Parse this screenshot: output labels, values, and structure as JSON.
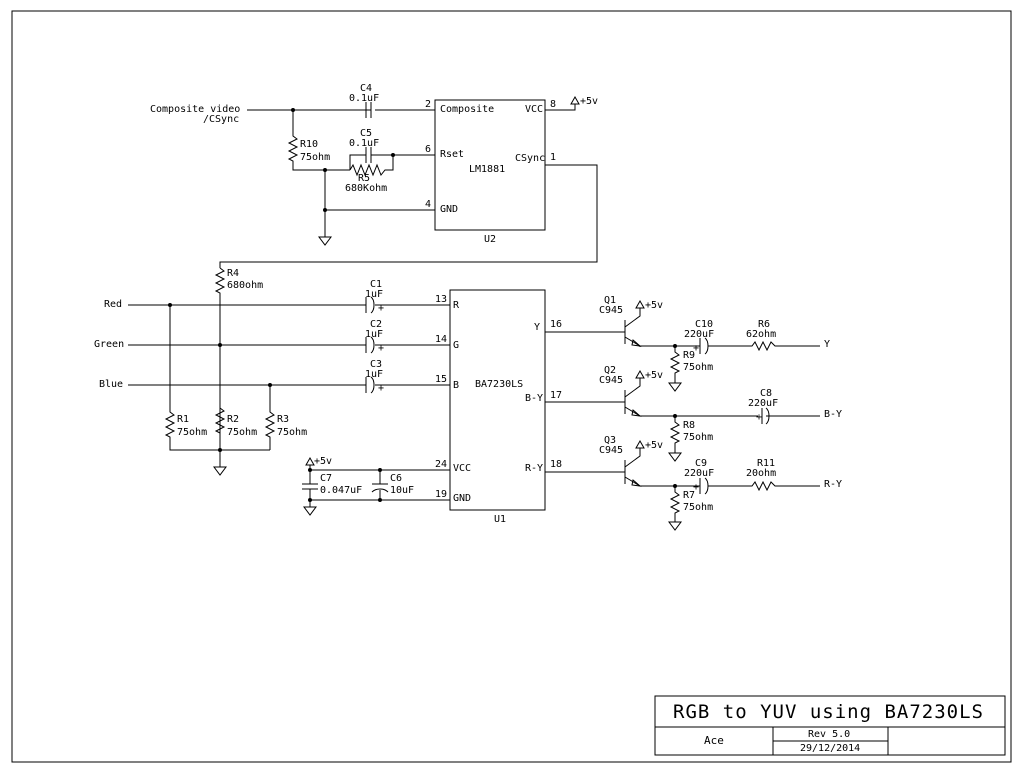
{
  "title_block": {
    "title": "RGB to YUV using BA7230LS",
    "author": "Ace",
    "revision": "Rev 5.0",
    "date": "29/12/2014"
  },
  "components": {
    "U1": {
      "ref": "U1",
      "part": "BA7230LS"
    },
    "U2": {
      "ref": "U2",
      "part": "LM1881"
    },
    "R1": {
      "ref": "R1",
      "value": "75ohm"
    },
    "R2": {
      "ref": "R2",
      "value": "75ohm"
    },
    "R3": {
      "ref": "R3",
      "value": "75ohm"
    },
    "R4": {
      "ref": "R4",
      "value": "680ohm"
    },
    "R5": {
      "ref": "R5",
      "value": "680Kohm"
    },
    "R6": {
      "ref": "R6",
      "value": "62ohm"
    },
    "R7": {
      "ref": "R7",
      "value": "75ohm"
    },
    "R8": {
      "ref": "R8",
      "value": "75ohm"
    },
    "R9": {
      "ref": "R9",
      "value": "75ohm"
    },
    "R10": {
      "ref": "R10",
      "value": "75ohm"
    },
    "R11": {
      "ref": "R11",
      "value": "20ohm"
    },
    "C1": {
      "ref": "C1",
      "value": "1uF"
    },
    "C2": {
      "ref": "C2",
      "value": "1uF"
    },
    "C3": {
      "ref": "C3",
      "value": "1uF"
    },
    "C4": {
      "ref": "C4",
      "value": "0.1uF"
    },
    "C5": {
      "ref": "C5",
      "value": "0.1uF"
    },
    "C6": {
      "ref": "C6",
      "value": "10uF"
    },
    "C7": {
      "ref": "C7",
      "value": "0.047uF"
    },
    "C8": {
      "ref": "C8",
      "value": "220uF"
    },
    "C9": {
      "ref": "C9",
      "value": "220uF"
    },
    "C10": {
      "ref": "C10",
      "value": "220uF"
    },
    "Q1": {
      "ref": "Q1",
      "part": "C945"
    },
    "Q2": {
      "ref": "Q2",
      "part": "C945"
    },
    "Q3": {
      "ref": "Q3",
      "part": "C945"
    }
  },
  "pins": {
    "U2": {
      "composite": {
        "num": "2",
        "name": "Composite"
      },
      "vcc": {
        "num": "8",
        "name": "VCC"
      },
      "rset": {
        "num": "6",
        "name": "Rset"
      },
      "csync": {
        "num": "1",
        "name": "CSync"
      },
      "gnd": {
        "num": "4",
        "name": "GND"
      }
    },
    "U1": {
      "r": {
        "num": "13",
        "name": "R"
      },
      "g": {
        "num": "14",
        "name": "G"
      },
      "b": {
        "num": "15",
        "name": "B"
      },
      "y": {
        "num": "16",
        "name": "Y"
      },
      "by": {
        "num": "17",
        "name": "B-Y"
      },
      "ry": {
        "num": "18",
        "name": "R-Y"
      },
      "vcc": {
        "num": "24",
        "name": "VCC"
      },
      "gnd": {
        "num": "19",
        "name": "GND"
      }
    }
  },
  "nets": {
    "composite_in": "Composite video",
    "composite_in_2": "/CSync",
    "red": "Red",
    "green": "Green",
    "blue": "Blue",
    "out_y": "Y",
    "out_by": "B-Y",
    "out_ry": "R-Y",
    "power": "+5v"
  }
}
